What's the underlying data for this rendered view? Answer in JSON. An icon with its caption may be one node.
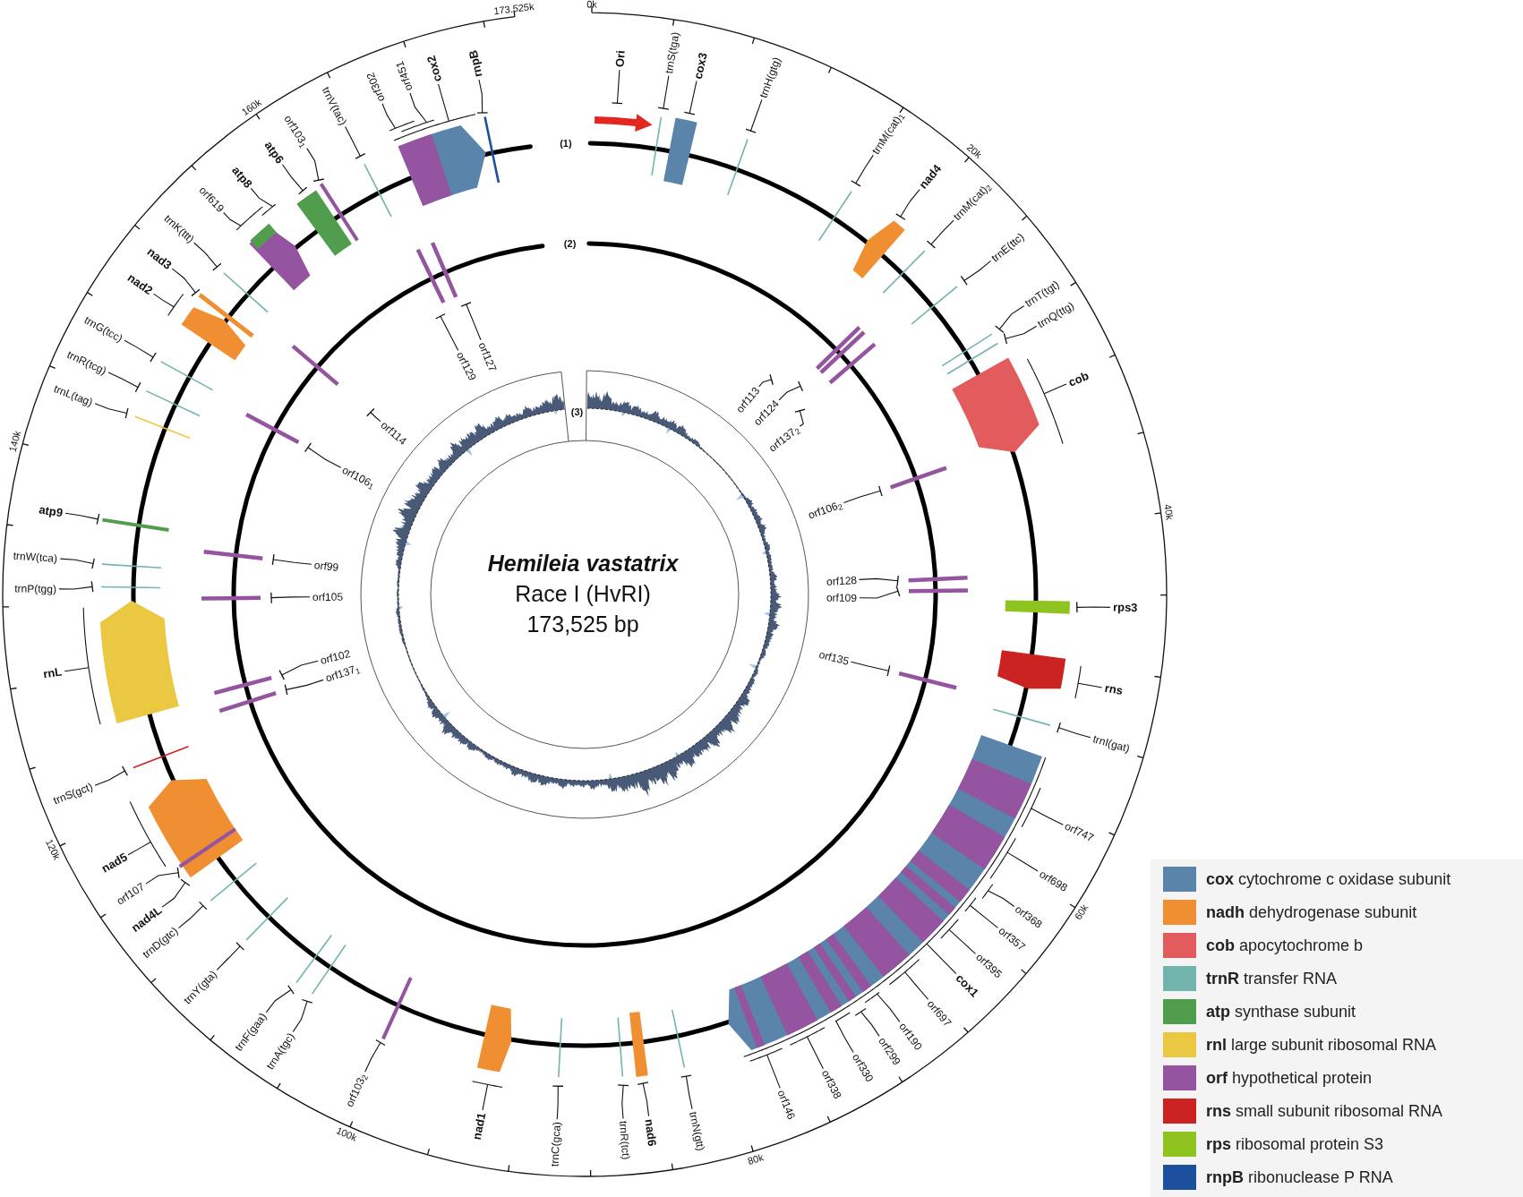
{
  "diagram": {
    "nodes": [
      {
        "text": [
          "Ori"
        ]
      },
      {
        "text": [
          "trnS(tga)"
        ]
      },
      {
        "text": [
          "cox3"
        ]
      },
      {
        "text": [
          "trnH(gtg)"
        ]
      },
      {
        "text": [
          "trnM(cat)$_{1}$"
        ]
      },
      {
        "text": [
          "nad4"
        ]
      },
      {
        "text": [
          "trnM(cat)$_{2}$"
        ]
      },
      {
        "text": [
          "orf113"
        ]
      },
      {
        "text": [
          "orf124"
        ]
      },
      {
        "text": [
          "orf137$_{2}$"
        ]
      },
      {
        "text": [
          "trnE(ttc)"
        ]
      },
      {
        "text": [
          "trnT(tgt)"
        ]
      },
      {
        "text": [
          "trnQ(ttg)"
        ]
      },
      {
        "text": [
          "cob"
        ]
      },
      {
        "text": [
          "orf106$_{2}$"
        ]
      },
      {
        "text": [
          "orf128"
        ]
      },
      {
        "text": [
          "orf109"
        ]
      },
      {
        "text": [
          "rps3"
        ]
      },
      {
        "text": [
          "rns"
        ]
      },
      {
        "text": [
          "orf135"
        ]
      },
      {
        "text": [
          "trnI(gat)"
        ]
      },
      {
        "text": [
          "orf747"
        ]
      },
      {
        "text": [
          "orf698"
        ]
      },
      {
        "text": [
          "orf368"
        ]
      },
      {
        "text": [
          "orf357"
        ]
      },
      {
        "text": [
          "orf395"
        ]
      },
      {
        "text": [
          "cox1"
        ]
      },
      {
        "text": [
          "orf697"
        ]
      },
      {
        "text": [
          "orf190"
        ]
      },
      {
        "text": [
          "orf299"
        ]
      },
      {
        "text": [
          "orf330"
        ]
      },
      {
        "text": [
          "orf338"
        ]
      },
      {
        "text": [
          "orf146"
        ]
      },
      {
        "text": [
          "trnN(gtt)"
        ]
      },
      {
        "text": [
          "nad6"
        ]
      },
      {
        "text": [
          "trnR(tct)"
        ]
      },
      {
        "text": [
          "trnC(gca)"
        ]
      },
      {
        "text": [
          "nad1"
        ]
      },
      {
        "text": [
          "orf103$_{2}$"
        ]
      },
      {
        "text": [
          "trnA(tgc)"
        ]
      },
      {
        "text": [
          "trnF(gaa)"
        ]
      },
      {
        "text": [
          "trnY(gta)"
        ]
      },
      {
        "text": [
          "trnD(gtc)"
        ]
      },
      {
        "text": [
          "nad4L"
        ]
      },
      {
        "text": [
          "orf107"
        ]
      },
      {
        "text": [
          "nad5"
        ]
      },
      {
        "text": [
          "trnS(gct)"
        ]
      },
      {
        "text": [
          "orf137$_{1}$"
        ]
      },
      {
        "text": [
          "orf102"
        ]
      },
      {
        "text": [
          "rnL"
        ]
      },
      {
        "text": [
          "orf105"
        ]
      },
      {
        "text": [
          "trnP(tgg)"
        ]
      },
      {
        "text": [
          "trnW(tca)"
        ]
      },
      {
        "text": [
          "orf99"
        ]
      },
      {
        "text": [
          "atp9"
        ]
      },
      {
        "text": [
          "trnL(tag)"
        ]
      },
      {
        "text": [
          "trnR(tcg)"
        ]
      },
      {
        "text": [
          "orf106$_{1}$"
        ]
      },
      {
        "text": [
          "trnG(tcc)"
        ]
      },
      {
        "text": [
          "nad2"
        ]
      },
      {
        "text": [
          "nad3"
        ]
      },
      {
        "text": [
          "orf114"
        ]
      },
      {
        "text": [
          "trnK(ttt)"
        ]
      },
      {
        "text": [
          "orf619"
        ]
      },
      {
        "text": [
          "atp8"
        ]
      },
      {
        "text": [
          "atp6"
        ]
      },
      {
        "text": [
          "orf103$_{1}$"
        ]
      },
      {
        "text": [
          "trnV(tac)"
        ]
      },
      {
        "text": [
          "orf129"
        ]
      },
      {
        "text": [
          "orf127"
        ]
      },
      {
        "text": [
          "orf302"
        ]
      },
      {
        "text": [
          "orf451"
        ]
      },
      {
        "text": [
          "cox2"
        ]
      },
      {
        "text": [
          "rnpB"
        ]
      }
    ],
    "edges": [
      {
        "from": 0,
        "to": null,
        "arrow": "other"
      },
      {
        "from": 1,
        "to": null,
        "arrow": "other"
      },
      {
        "from": 2,
        "to": null,
        "arrow": "other"
      },
      {
        "from": 3,
        "to": null,
        "arrow": "other"
      },
      {
        "from": 4,
        "to": null,
        "arrow": "other"
      },
      {
        "from": 5,
        "to": null,
        "arrow": "other"
      },
      {
        "from": 6,
        "to": null,
        "arrow": "other"
      },
      {
        "from": 7,
        "to": null,
        "arrow": "other"
      },
      {
        "from": 8,
        "to": null,
        "arrow": "other"
      },
      {
        "from": 9,
        "to": null,
        "arrow": "other"
      },
      {
        "from": 10,
        "to": null,
        "arrow": "other"
      },
      {
        "from": 11,
        "to": null,
        "arrow": "other"
      },
      {
        "from": 12,
        "to": null,
        "arrow": "other"
      },
      {
        "from": 13,
        "to": null,
        "arrow": "other"
      },
      {
        "from": 14,
        "to": null,
        "arrow": "other"
      },
      {
        "from": 15,
        "to": null,
        "arrow": "other"
      },
      {
        "from": 16,
        "to": null,
        "arrow": "other"
      },
      {
        "from": 17,
        "to": null,
        "arrow": "other"
      },
      {
        "from": 18,
        "to": null,
        "arrow": "other"
      },
      {
        "from": 19,
        "to": null,
        "arrow": "other"
      },
      {
        "from": 20,
        "to": null,
        "arrow": "other"
      },
      {
        "from": 21,
        "to": null,
        "arrow": "other"
      },
      {
        "from": 22,
        "to": null,
        "arrow": "other"
      },
      {
        "from": 23,
        "to": null,
        "arrow": "other"
      },
      {
        "from": 24,
        "to": null,
        "arrow": "other"
      },
      {
        "from": 25,
        "to": null,
        "arrow": "other"
      },
      {
        "from": 26,
        "to": null,
        "arrow": "other"
      },
      {
        "from": 27,
        "to": null,
        "arrow": "other"
      },
      {
        "from": 28,
        "to": null,
        "arrow": "other"
      },
      {
        "from": 29,
        "to": null,
        "arrow": "other"
      },
      {
        "from": 30,
        "to": null,
        "arrow": "other"
      },
      {
        "from": 31,
        "to": null,
        "arrow": "other"
      },
      {
        "from": 32,
        "to": null,
        "arrow": "other"
      },
      {
        "from": 33,
        "to": null,
        "arrow": "other"
      },
      {
        "from": 34,
        "to": null,
        "arrow": "other"
      },
      {
        "from": 35,
        "to": null,
        "arrow": "other"
      },
      {
        "from": 36,
        "to": null,
        "arrow": "other"
      },
      {
        "from": 37,
        "to": null,
        "arrow": "other"
      },
      {
        "from": 38,
        "to": null,
        "arrow": "other"
      },
      {
        "from": 39,
        "to": null,
        "arrow": "other"
      },
      {
        "from": 40,
        "to": null,
        "arrow": "other"
      },
      {
        "from": 41,
        "to": null,
        "arrow": "other"
      },
      {
        "from": 42,
        "to": null,
        "arrow": "other"
      },
      {
        "from": 43,
        "to": null,
        "arrow": "other"
      },
      {
        "from": 44,
        "to": null,
        "arrow": "other"
      },
      {
        "from": 45,
        "to": null,
        "arrow": "other"
      },
      {
        "from": 46,
        "to": null,
        "arrow": "other"
      },
      {
        "from": 47,
        "to": null,
        "arrow": "other"
      },
      {
        "from": 48,
        "to": null,
        "arrow": "other"
      },
      {
        "from": 49,
        "to": null,
        "arrow": "other"
      },
      {
        "from": 50,
        "to": null,
        "arrow": "other"
      },
      {
        "from": 51,
        "to": null,
        "arrow": "other"
      },
      {
        "from": 52,
        "to": null,
        "arrow": "other"
      },
      {
        "from": 53,
        "to": null,
        "arrow": "other"
      },
      {
        "from": 54,
        "to": null,
        "arrow": "other"
      },
      {
        "from": 55,
        "to": null,
        "arrow": "other"
      },
      {
        "from": 56,
        "to": null,
        "arrow": "other"
      },
      {
        "from": 57,
        "to": null,
        "arrow": "other"
      },
      {
        "from": 58,
        "to": null,
        "arrow": "other"
      },
      {
        "from": 59,
        "to": null,
        "arrow": "other"
      },
      {
        "from": 60,
        "to": null,
        "arrow": "other"
      },
      {
        "from": 61,
        "to": null,
        "arrow": "other"
      },
      {
        "from": 62,
        "to": null,
        "arrow": "other"
      },
      {
        "from": 63,
        "to": null,
        "arrow": "other"
      },
      {
        "from": 64,
        "to": null,
        "arrow": "other"
      },
      {
        "from": 65,
        "to": null,
        "arrow": "other"
      },
      {
        "from": 66,
        "to": null,
        "arrow": "other"
      },
      {
        "from": 67,
        "to": null,
        "arrow": "other"
      },
      {
        "from": 68,
        "to": null,
        "arrow": "other"
      },
      {
        "from": 69,
        "to": null,
        "arrow": "other"
      },
      {
        "from": 70,
        "to": null,
        "arrow": "other"
      },
      {
        "from": 71,
        "to": null,
        "arrow": "other"
      },
      {
        "from": 72,
        "to": null,
        "arrow": "other"
      },
      {
        "from": 73,
        "to": null,
        "arrow": "other"
      }
    ],
    "labels": [
      "0k",
      "20k",
      "40k",
      "60k",
      "80k",
      "100k",
      "120k",
      "140k",
      "160k",
      "173.525k",
      "(1)",
      "(2)",
      "(3)",
      "Hemileia vastatrix",
      "Race I (HvRI)",
      "173,525 bp"
    ],
    "legend": [
      {
        "text": "**cox** cytochrome c oxidase subunit",
        "color": "#5b84aa"
      },
      {
        "text": "**nadh** dehydrogenase subunit",
        "color": "#f08f32"
      },
      {
        "text": "**cob** apocytochrome b",
        "color": "#e25b5d"
      },
      {
        "text": "**trnR** transfer RNA",
        "color": "#72b5ad"
      },
      {
        "text": "**atp** synthase subunit",
        "color": "#4f9d4d"
      },
      {
        "text": "**rnl** large subunit ribosomal RNA",
        "color": "#ebc842"
      },
      {
        "text": "**orf** hypothetical protein",
        "color": "#94549f"
      },
      {
        "text": "**rns** small subunit ribosomal RNA",
        "color": "#ca2321"
      },
      {
        "text": "**rps** ribosomal protein S3",
        "color": "#8fc31f"
      },
      {
        "text": "**rnpB** ribonuclease P RNA",
        "color": "#1d4f9f"
      }
    ]
  }
}
